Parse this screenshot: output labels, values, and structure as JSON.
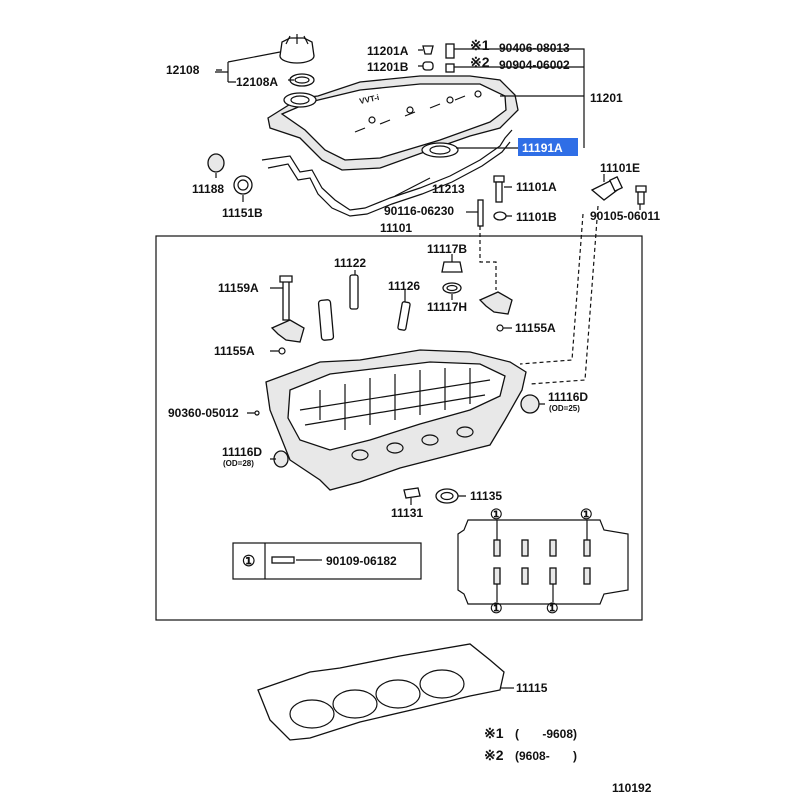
{
  "labels": {
    "p12108": "12108",
    "p12108A": "12108A",
    "p11201A": "11201A",
    "p11201B": "11201B",
    "note1_mark": "※1",
    "note1_part": "90406-08013",
    "note2_mark": "※2",
    "note2_part": "90904-06002",
    "p11201": "11201",
    "p11191A": "11191A",
    "p11188": "11188",
    "p11151B": "11151B",
    "p11213": "11213",
    "p11101A": "11101A",
    "p11101B": "11101B",
    "p11101E": "11101E",
    "p90105": "90105-06011",
    "p90116": "90116-06230",
    "p11101": "11101",
    "p11117B": "11117B",
    "p11117H": "11117H",
    "p11122": "11122",
    "p11126": "11126",
    "p11159A": "11159A",
    "p11155A_r": "11155A",
    "p11155A_l": "11155A",
    "p90360": "90360-05012",
    "p11116D_r": "11116D",
    "od25": "(OD=25)",
    "p11116D_l": "11116D",
    "od28": "(OD=28)",
    "p11135": "11135",
    "p11131": "11131",
    "circle1": "①",
    "p90109": "90109-06182",
    "p11115": "11115",
    "legend1_mark": "※1",
    "legend1_text": "(       -9608)",
    "legend2_mark": "※2",
    "legend2_text": "(9608-       )",
    "cover_text": "VVT-i",
    "fig_no": "110192"
  },
  "highlight_color": "#2f6ee6"
}
